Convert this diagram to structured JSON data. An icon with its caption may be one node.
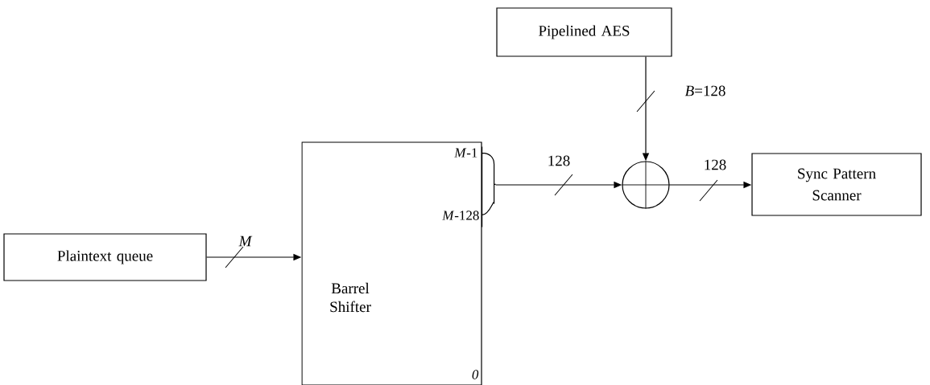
{
  "diagram": {
    "nodes": [
      {
        "text": [
          "Plaintext queue"
        ]
      },
      {
        "text": [
          "Barrel Shifter"
        ]
      },
      {
        "text": [
          "Pipelined AES"
        ]
      },
      {
        "text": [],
        "shape": "circle"
      },
      {
        "text": [
          "Sync Pattern Scanner"
        ]
      }
    ],
    "edges": [
      {
        "from": 0,
        "to": 1,
        "arrow": "to",
        "label": "*M*"
      },
      {
        "from": 2,
        "to": 3,
        "arrow": "to",
        "label": "*B*=128"
      },
      {
        "from": 1,
        "to": 3,
        "arrow": "to",
        "label": "128"
      },
      {
        "from": 3,
        "to": 4,
        "arrow": "to",
        "label": "128"
      }
    ],
    "labels": [
      "*M*-1",
      "*M*-128",
      "0"
    ]
  }
}
